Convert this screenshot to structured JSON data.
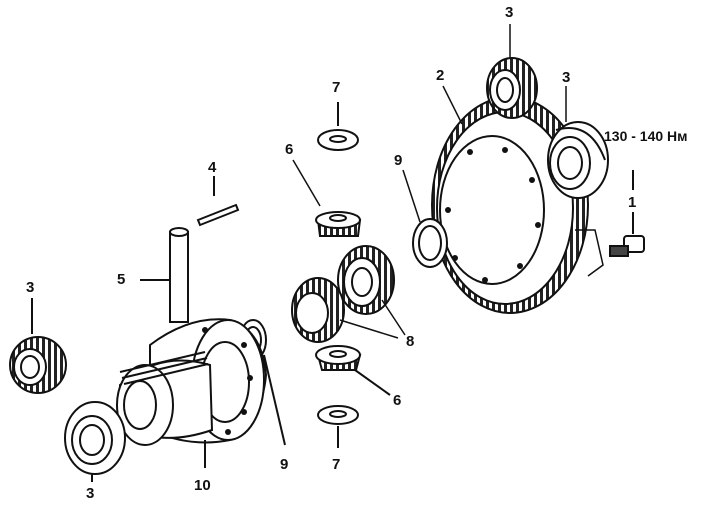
{
  "labels": {
    "bolt": "1",
    "ring_gear": "2",
    "bearing": "3",
    "pin": "4",
    "shaft": "5",
    "pinion_gear": "6",
    "thrust_washer": "7",
    "side_gears": "8",
    "shim": "9",
    "case": "10"
  },
  "torque": "130 - 140 Нм"
}
